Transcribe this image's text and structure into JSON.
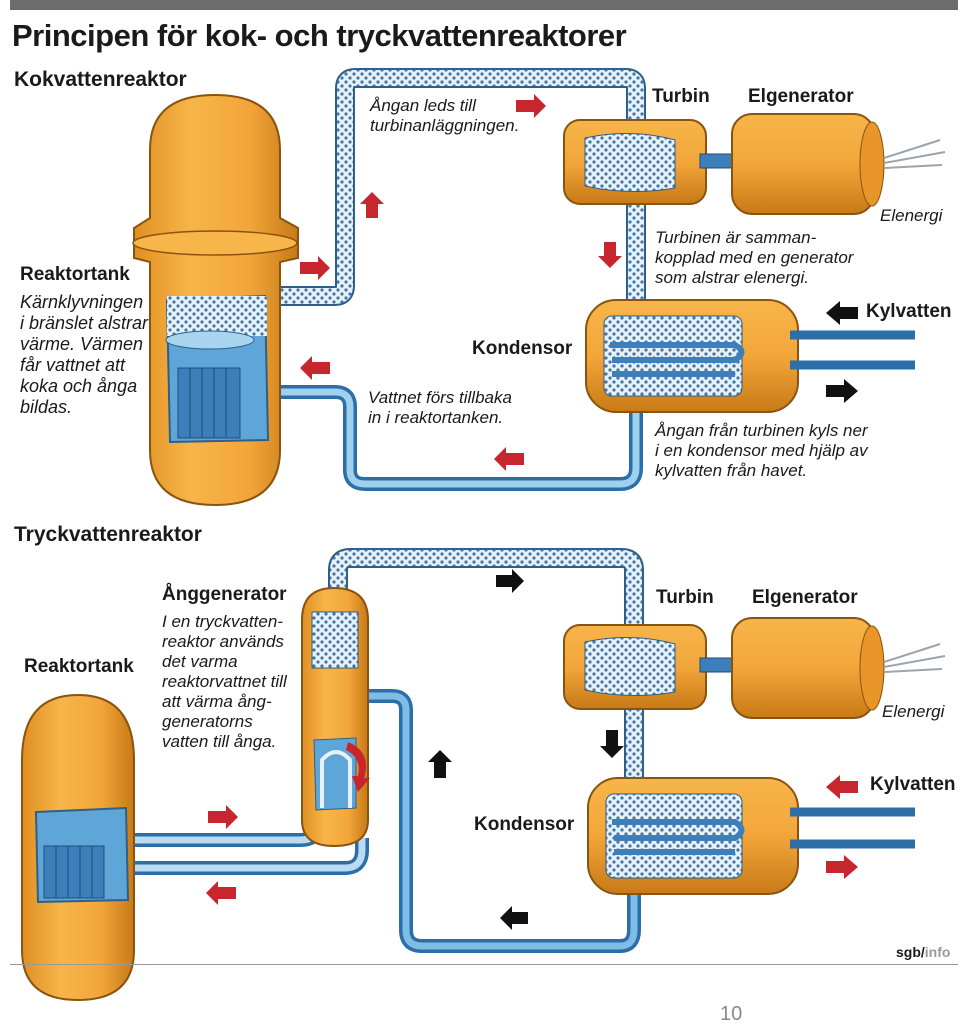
{
  "title": "Principen för kok- och tryckvattenreaktorer",
  "bwr": {
    "heading": "Kokvattenreaktor",
    "reactor_tank_label": "Reaktortank",
    "reactor_tank_text": [
      "Kärnklyvningen",
      "i bränslet alstrar",
      "värme. Värmen",
      "får vattnet att",
      "koka och ånga",
      "bildas."
    ],
    "steam_text": [
      "Ångan leds till",
      "turbinanläggningen."
    ],
    "turbine_label": "Turbin",
    "generator_label": "Elgenerator",
    "energy_label": "Elenergi",
    "turbine_text": [
      "Turbinen är samman-",
      "kopplad med en generator",
      "som alstrar elenergi."
    ],
    "cooling_label": "Kylvatten",
    "condenser_label": "Kondensor",
    "return_text": [
      "Vattnet förs tillbaka",
      "in i reaktortanken."
    ],
    "condenser_text": [
      "Ångan från turbinen kyls ner",
      "i en kondensor med hjälp av",
      "kylvatten från havet."
    ]
  },
  "pwr": {
    "heading": "Tryckvattenreaktor",
    "reactor_tank_label": "Reaktortank",
    "steam_gen_label": "Ånggenerator",
    "steam_gen_text": [
      "I en tryckvatten-",
      "reaktor används",
      "det varma",
      "reaktorvattnet till",
      "att värma ång-",
      "generatorns",
      "vatten till ånga."
    ],
    "turbine_label": "Turbin",
    "generator_label": "Elgenerator",
    "energy_label": "Elenergi",
    "cooling_label": "Kylvatten",
    "condenser_label": "Kondensor"
  },
  "footer": {
    "logo_main": "sgb/",
    "logo_suffix": "info",
    "page_number": "10"
  },
  "colors": {
    "tank": "#f2a63a",
    "tank_dark": "#c77a16",
    "steam": "#cfe3ef",
    "water": "#4a8fc7",
    "water_light": "#8fc3e6",
    "arrow_red": "#c8262e",
    "arrow_black": "#111111"
  }
}
